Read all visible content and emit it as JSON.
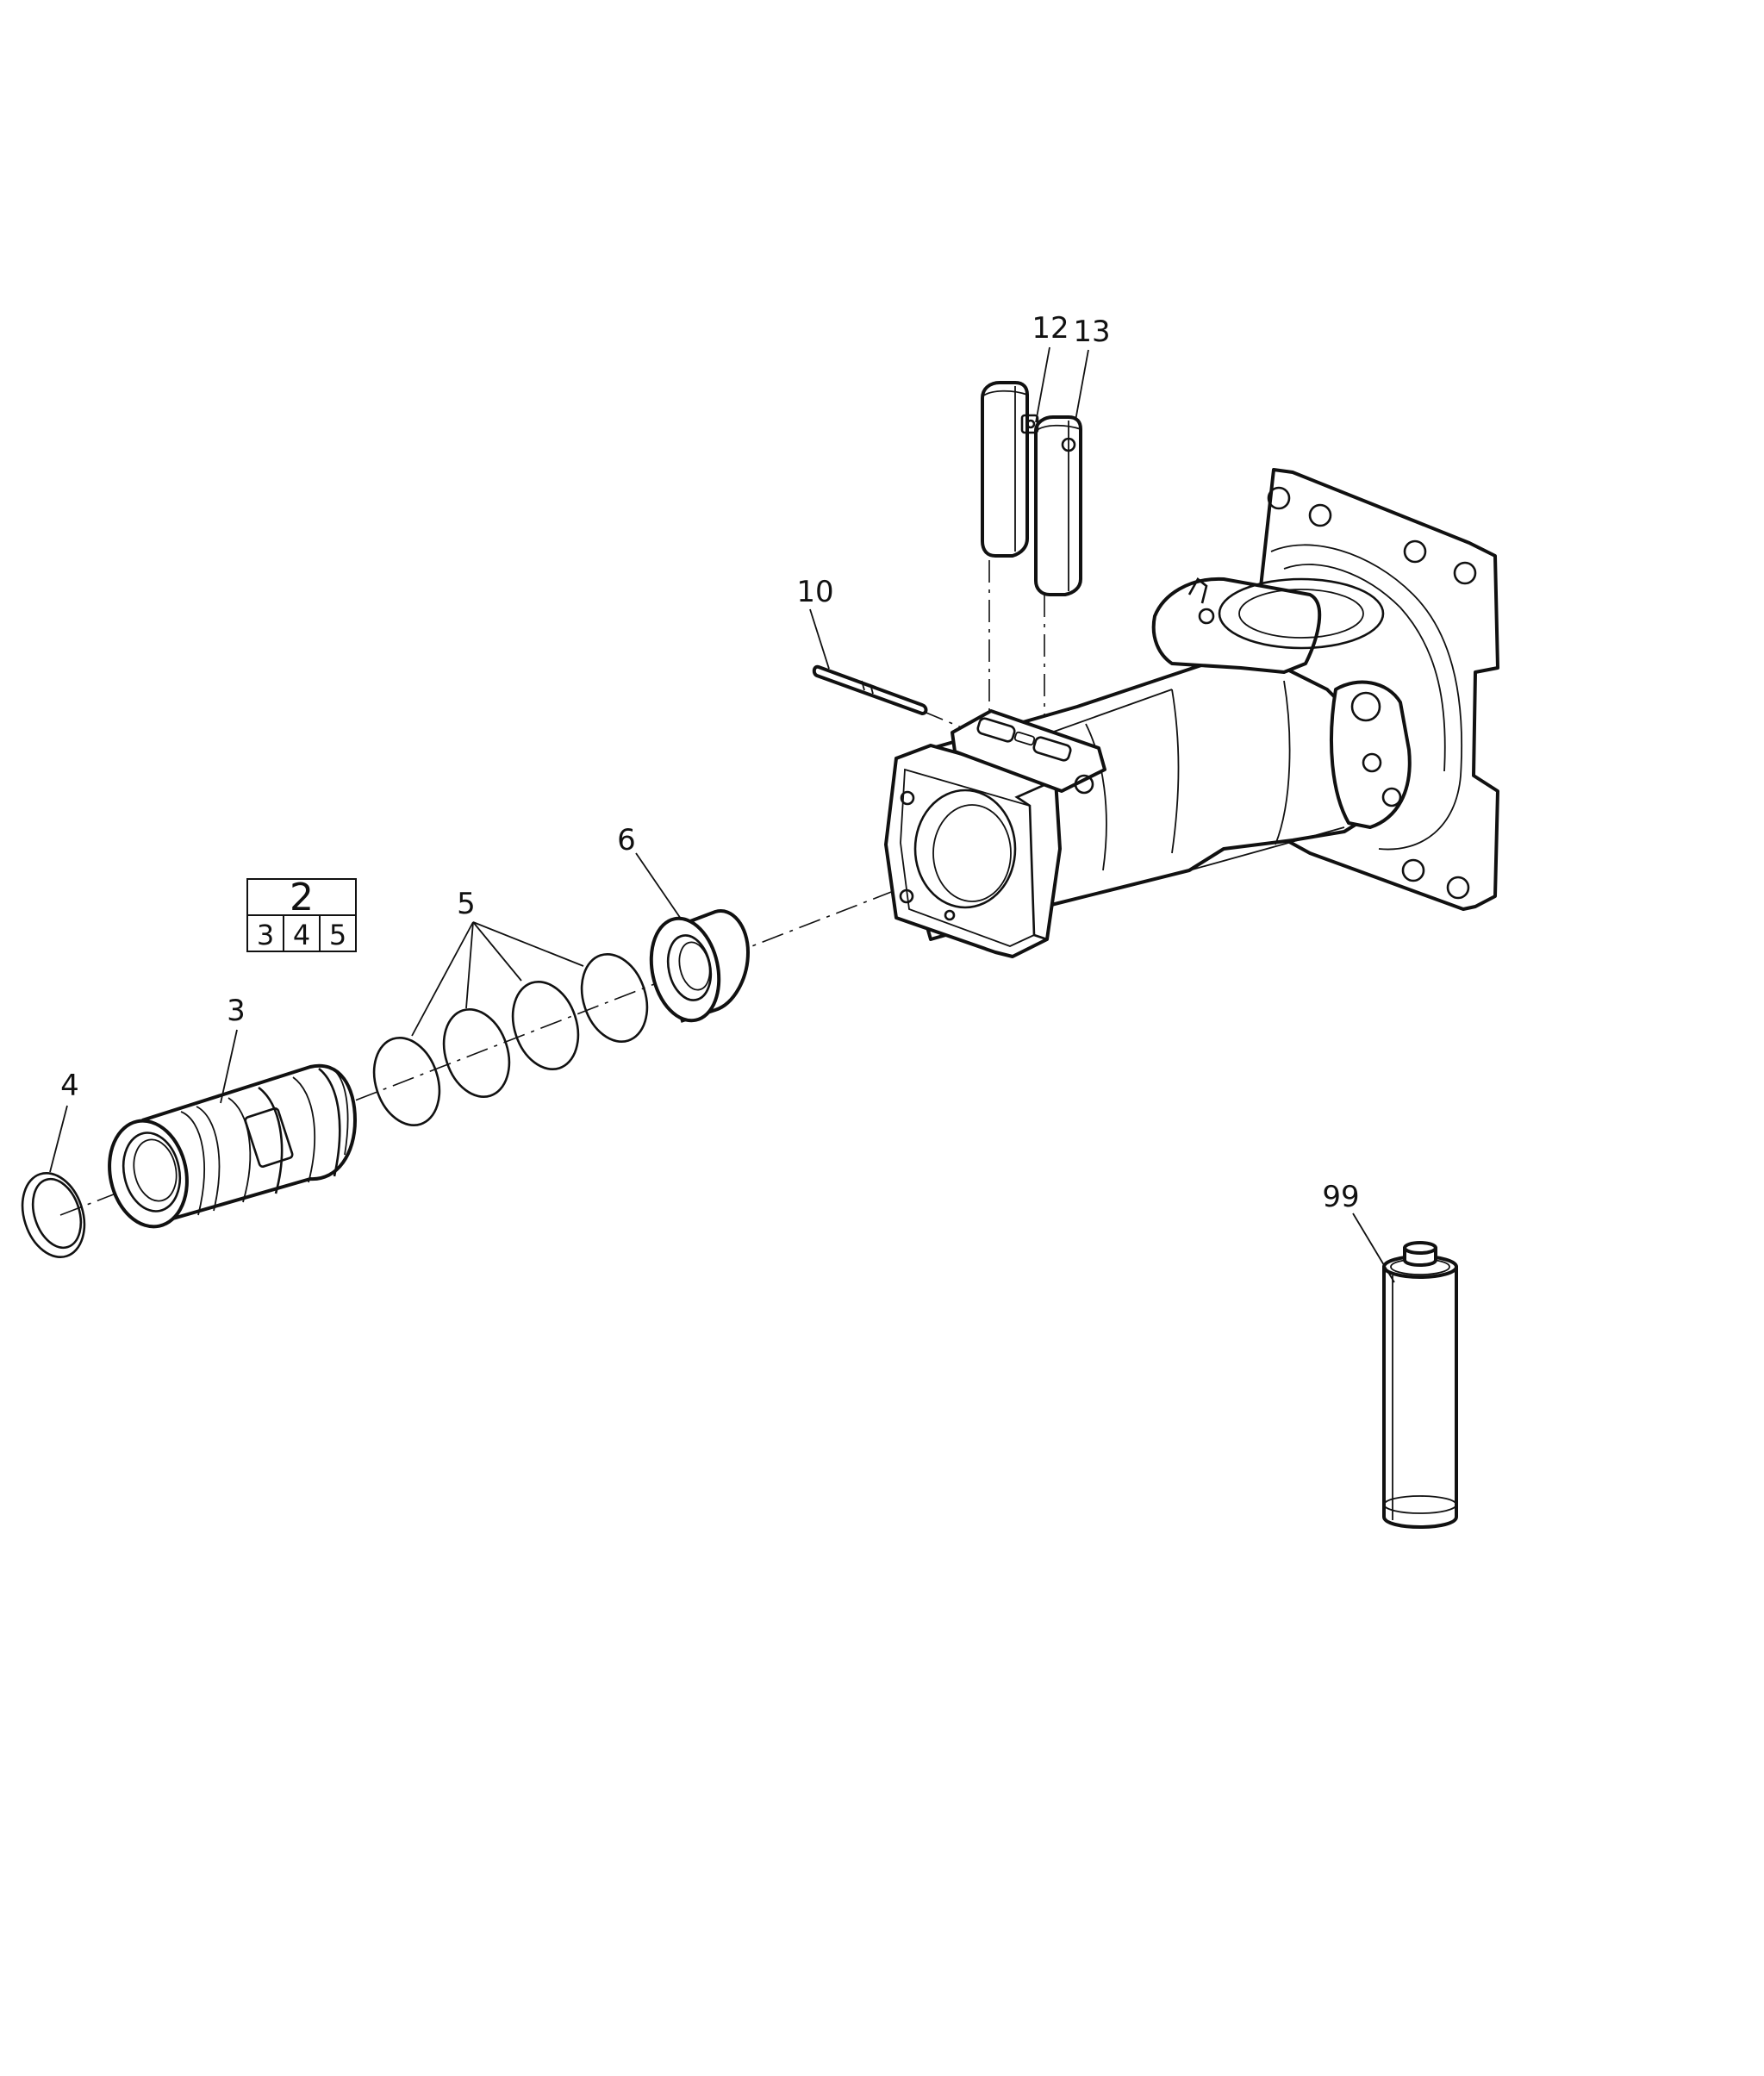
{
  "callouts": {
    "c12": "12",
    "c13": "13",
    "c10": "10",
    "c6": "6",
    "c5": "5",
    "c3": "3",
    "c4": "4",
    "c99": "99"
  },
  "kit_box": {
    "main": "2",
    "items": [
      "3",
      "4",
      "5"
    ]
  }
}
